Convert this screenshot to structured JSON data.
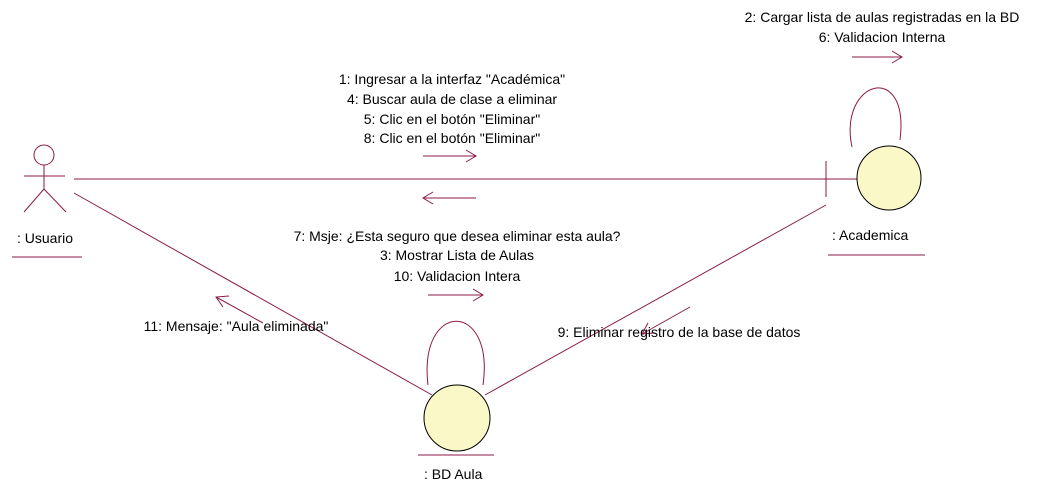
{
  "colors": {
    "line": "#8b1a4a",
    "node_fill": "#fbf8c8",
    "node_stroke": "#000000",
    "text": "#000000",
    "background": "#ffffff"
  },
  "objects": {
    "usuario": ": Usuario",
    "academica": ": Academica",
    "bd_aula": ": BD Aula"
  },
  "messages": {
    "academica_self": [
      "2: Cargar lista de aulas registradas en la BD",
      "6: Validacion Interna"
    ],
    "usuario_to_academica": [
      "1: Ingresar a la interfaz \"Académica\"",
      "4: Buscar aula de clase a eliminar",
      "5: Clic en el botón \"Eliminar\"",
      "8: Clic en el botón \"Eliminar\""
    ],
    "academica_to_usuario": [
      "7: Msje: ¿Esta seguro que desea eliminar esta aula?",
      "3: Mostrar Lista de Aulas"
    ],
    "bd_self": [
      "10: Validacion Intera"
    ],
    "bd_to_usuario": [
      "11: Mensaje: \"Aula eliminada\""
    ],
    "academica_to_bd": [
      "9: Eliminar registro de la base de datos"
    ]
  }
}
